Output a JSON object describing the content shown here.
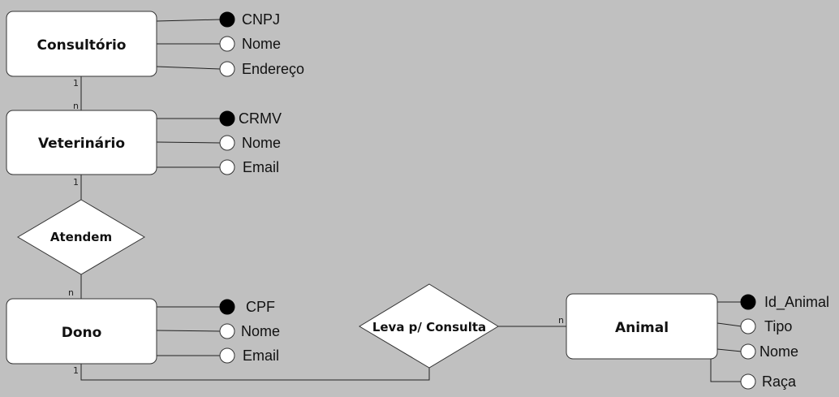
{
  "entities": {
    "consultorio": "Consultório",
    "veterinario": "Veterinário",
    "dono": "Dono",
    "animal": "Animal"
  },
  "relationships": {
    "atendem": "Atendem",
    "leva": "Leva p/ Consulta"
  },
  "attributes": {
    "consultorio": [
      {
        "label": "CNPJ",
        "key": true
      },
      {
        "label": "Nome",
        "key": false
      },
      {
        "label": "Endereço",
        "key": false
      }
    ],
    "veterinario": [
      {
        "label": "CRMV",
        "key": true
      },
      {
        "label": "Nome",
        "key": false
      },
      {
        "label": "Email",
        "key": false
      }
    ],
    "dono": [
      {
        "label": "CPF",
        "key": true
      },
      {
        "label": "Nome",
        "key": false
      },
      {
        "label": "Email",
        "key": false
      }
    ],
    "animal": [
      {
        "label": "Id_Animal",
        "key": true
      },
      {
        "label": "Tipo",
        "key": false
      },
      {
        "label": "Nome",
        "key": false
      },
      {
        "label": "Raça",
        "key": false
      }
    ]
  },
  "cardinalities": {
    "consultorio_veterinario_top": "1",
    "consultorio_veterinario_bottom": "n",
    "veterinario_atendem": "1",
    "atendem_dono": "n",
    "dono_leva": "1",
    "leva_animal": "n"
  }
}
